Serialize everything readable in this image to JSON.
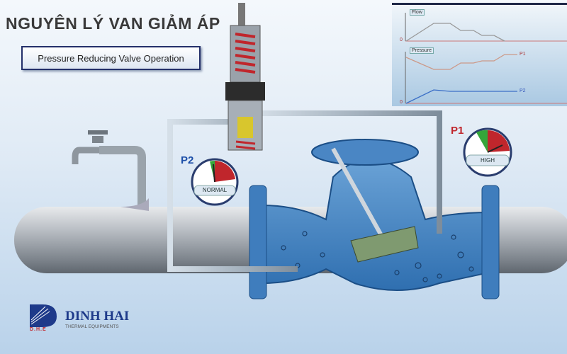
{
  "title": "NGUYÊN LÝ VAN GIẢM ÁP",
  "subtitle": "Pressure Reducing Valve Operation",
  "graph_panel": {
    "flow_label": "Flow",
    "pressure_label": "Pressure",
    "origin_label": "0",
    "p1_label": "P1",
    "p2_label": "P2"
  },
  "gauges": {
    "p1": {
      "label": "P1",
      "status": "HIGH",
      "color": "#c0262c"
    },
    "p2": {
      "label": "P2",
      "status": "NORMAL",
      "color": "#1d4fa8"
    }
  },
  "logo": {
    "name": "DINH HAI",
    "tagline": "THERMAL EQUIPMENTS",
    "abbr": "D.H.E",
    "color": "#1e3a8a"
  }
}
